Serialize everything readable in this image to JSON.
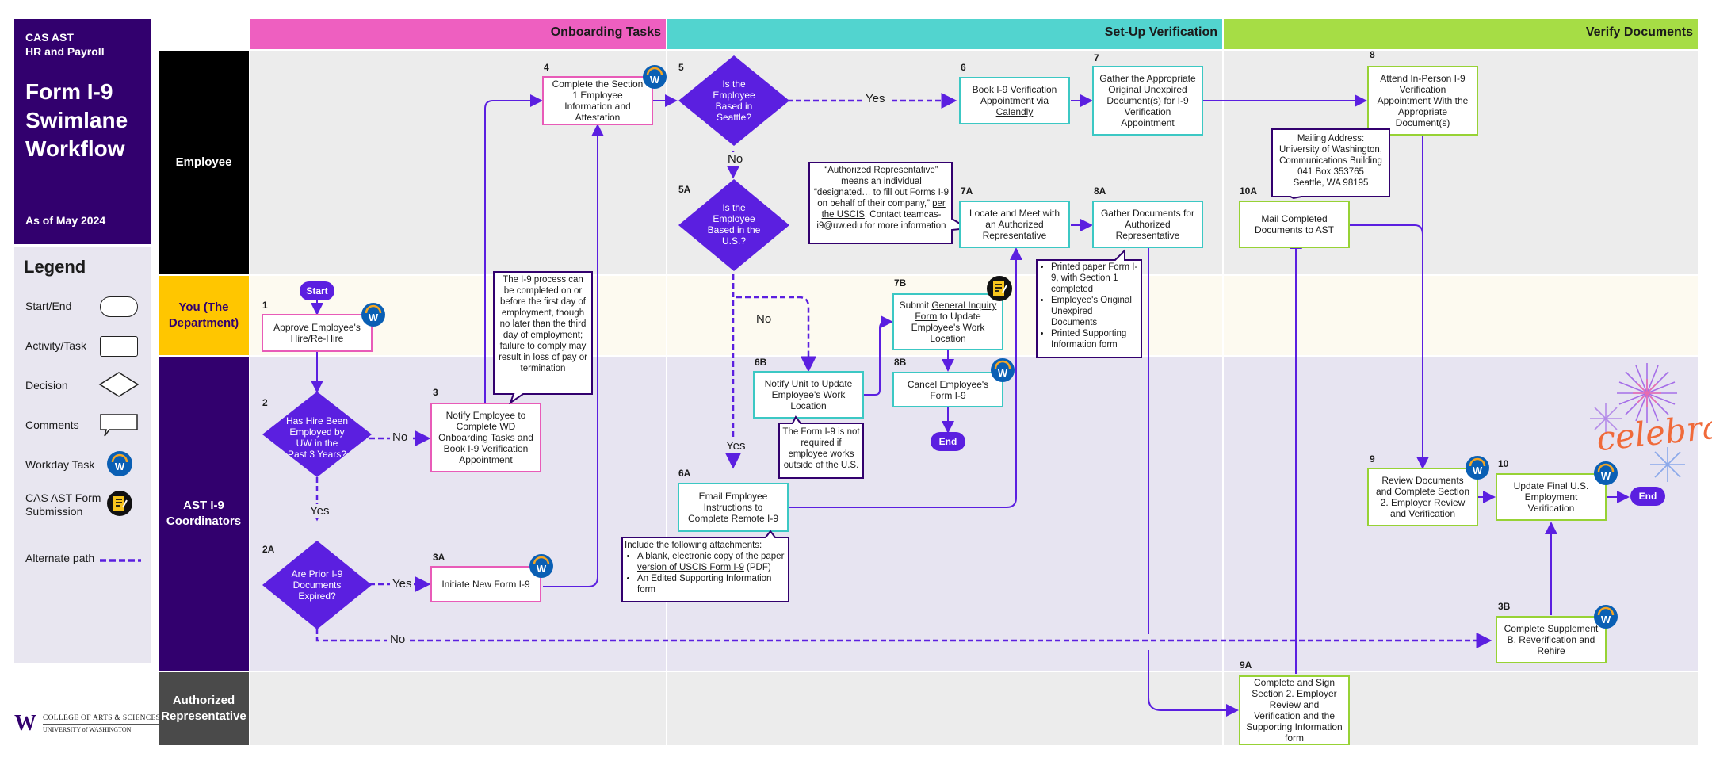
{
  "sidebar": {
    "org_line1": "CAS AST",
    "org_line2": "HR and Payroll",
    "title_line1": "Form I-9",
    "title_line2": "Swimlane",
    "title_line3": "Workflow",
    "as_of": "As of May 2024",
    "legend_title": "Legend",
    "legend": {
      "start_end": "Start/End",
      "activity": "Activity/Task",
      "decision": "Decision",
      "comments": "Comments",
      "workday": "Workday Task",
      "cas_form": "CAS AST Form Submission",
      "alternate": "Alternate path"
    },
    "logo_line1": "COLLEGE OF ARTS & SCIENCES",
    "logo_line2": "UNIVERSITY of WASHINGTON",
    "logo_mark": "W"
  },
  "phases": {
    "onboarding": "Onboarding Tasks",
    "setup": "Set-Up Verification",
    "verify": "Verify Documents"
  },
  "lanes": {
    "employee": "Employee",
    "you": "You (The Department)",
    "ast": "AST I-9 Coordinators",
    "rep": "Authorized Representative"
  },
  "nodes": {
    "start": "Start",
    "n1_num": "1",
    "n1": "Approve Employee's Hire/Re-Hire",
    "n2_num": "2",
    "n2": "Has Hire Been Employed by UW in the Past 3 Years?",
    "n2a_num": "2A",
    "n2a": "Are Prior I-9 Documents Expired?",
    "n3_num": "3",
    "n3": "Notify Employee to Complete WD Onboarding Tasks and Book I-9 Verification Appointment",
    "n3a_num": "3A",
    "n3a": "Initiate New Form I-9",
    "n4_num": "4",
    "n4": "Complete the Section 1 Employee Information and Attestation",
    "n5_num": "5",
    "n5": "Is the Employee Based in Seattle?",
    "n5a_num": "5A",
    "n5a": "Is the Employee Based in the U.S.?",
    "n6_num": "6",
    "n6": "Book I-9 Verification Appointment via Calendly",
    "n6a_num": "6A",
    "n6a": "Email Employee Instructions to Complete Remote I-9",
    "n6b_num": "6B",
    "n6b": "Notify Unit to Update Employee's Work Location",
    "n7_num": "7",
    "n7_pre": "Gather the Appropriate ",
    "n7_link": "Original Unexpired Document(s)",
    "n7_post": " for I-9 Verification Appointment",
    "n7a_num": "7A",
    "n7a": "Locate and Meet with an Authorized Representative",
    "n7b_num": "7B",
    "n7b_pre": "Submit ",
    "n7b_link": "General Inquiry Form",
    "n7b_post": " to Update Employee's Work Location",
    "n8_num": "8",
    "n8": "Attend In-Person I-9 Verification Appointment With the Appropriate Document(s)",
    "n8a_num": "8A",
    "n8a": "Gather Documents for Authorized Representative",
    "n8b_num": "8B",
    "n8b": "Cancel Employee's Form I-9",
    "end_b": "End",
    "n9_num": "9",
    "n9": "Review Documents and Complete Section 2. Employer Review and Verification",
    "n9a_num": "9A",
    "n9a": "Complete and Sign Section 2. Employer Review and Verification and the Supporting Information form",
    "n10_num": "10",
    "n10": "Update Final U.S. Employment Verification",
    "n10a_num": "10A",
    "n10a": "Mail Completed Documents to AST",
    "n3b_num": "3B",
    "n3b": "Complete Supplement B, Reverification and Rehire",
    "end": "End"
  },
  "edges": {
    "no_2": "No",
    "yes_2": "Yes",
    "yes_2a": "Yes",
    "no_2a": "No",
    "yes_5": "Yes",
    "no_5": "No",
    "no_5a": "No",
    "yes_5a": "Yes"
  },
  "comments": {
    "c3": "The I-9 process can be completed on or before the first day of employment, though no later than the third day of employment; failure to comply may result in loss of pay or termination",
    "c7a_pre": "“Authorized Representative” means an individual “designated… to fill out Forms I-9 on behalf of their company,” ",
    "c7a_link": "per the USCIS",
    "c7a_post": ". Contact teamcas-i9@uw.edu for more information",
    "c6b": "The Form I-9 is not required if employee works outside of the U.S.",
    "c8a_items": [
      "Printed paper Form I-9, with Section 1 completed",
      "Employee's Original Unexpired Documents",
      "Printed Supporting Information form"
    ],
    "c6a_intro": "Include the following attachments:",
    "c6a_item1_pre": "A blank, electronic copy of ",
    "c6a_item1_link": "the paper version of USCIS Form I-9",
    "c6a_item1_post": " (PDF)",
    "c6a_item2": "An Edited Supporting Information form",
    "mail_title": "Mailing Address:",
    "mail_l1": "University of Washington,",
    "mail_l2": "Communications Building",
    "mail_l3": "041 Box 353765",
    "mail_l4": "Seattle, WA 98195"
  },
  "decor": {
    "celebrate": "celebrate"
  },
  "colors": {
    "purple": "#5b1fe0",
    "dark_purple": "#32006e",
    "pink": "#ee5fc0",
    "teal": "#52d4cf",
    "green": "#a6dd45",
    "yellow": "#ffc600"
  }
}
